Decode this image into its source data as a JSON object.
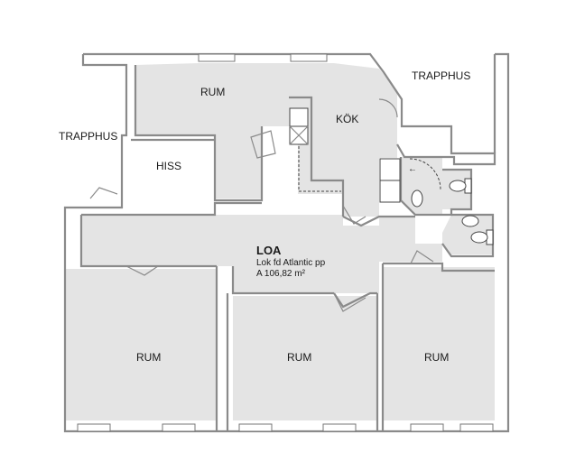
{
  "labels": {
    "rum_top": "RUM",
    "kok": "KÖK",
    "trapphus_right": "TRAPPHUS",
    "trapphus_left": "TRAPPHUS",
    "hiss": "HISS",
    "loa_title": "LOA",
    "loa_desc": "Lok fd Atlantic pp",
    "loa_area": "A 106,82 m²",
    "rum_left": "RUM",
    "rum_center": "RUM",
    "rum_right": "RUM"
  },
  "colors": {
    "room_fill": "#e4e4e4",
    "wall": "#8a8a8a"
  }
}
